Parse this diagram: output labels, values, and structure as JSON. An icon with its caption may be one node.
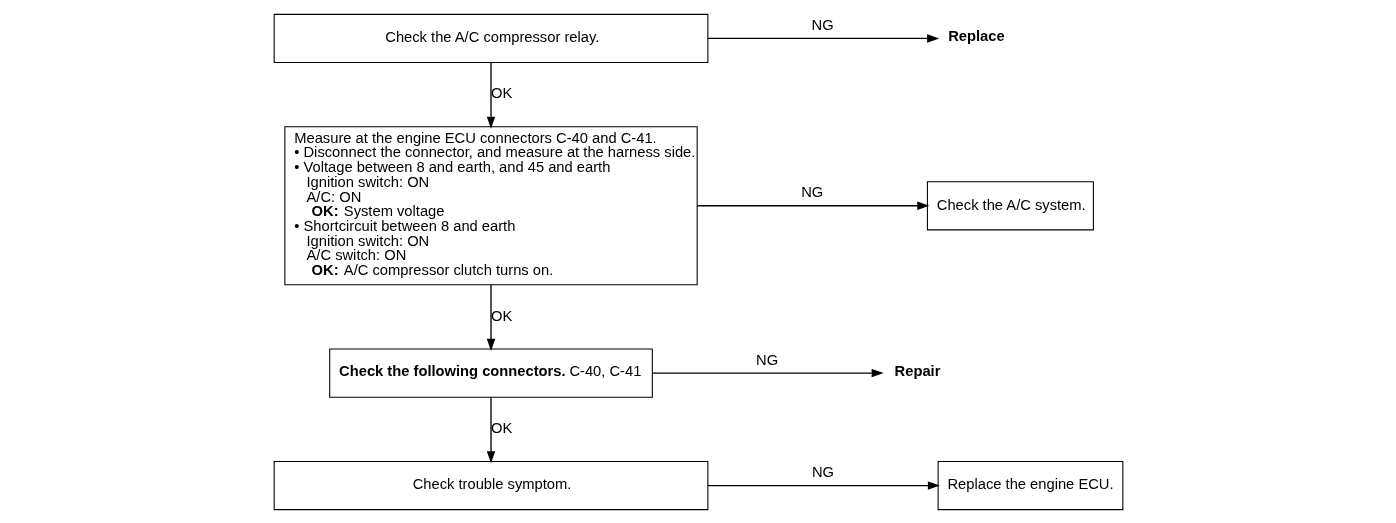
{
  "diagram": {
    "nodes": [
      {
        "text": [
          "Check the A/C compressor relay."
        ]
      },
      {
        "text": [
          "Replace"
        ]
      },
      {
        "text": [
          "Measure at the engine ECU connectors C-40 and C-41.",
          "• Disconnect the connector, and measure at the harness side.",
          "• Voltage between 8 and earth, and 45 and earth",
          "Ignition switch: ON",
          "A/C: ON",
          "**OK:** System voltage",
          "• Shortcircuit between 8 and earth",
          "Ignition switch: ON",
          "A/C switch: ON",
          "**OK:** A/C compressor clutch turns on."
        ]
      },
      {
        "text": [
          "Check the A/C system."
        ]
      },
      {
        "text": [
          "**Check the following connectors.** C-40, C-41"
        ]
      },
      {
        "text": [
          "Repair"
        ]
      },
      {
        "text": [
          "Check trouble symptom."
        ]
      },
      {
        "text": [
          "Replace the engine ECU."
        ]
      }
    ],
    "edges": [
      {
        "from": 0,
        "to": 1,
        "arrow": "to",
        "label": "NG"
      },
      {
        "from": 0,
        "to": 2,
        "arrow": "to",
        "label": "OK"
      },
      {
        "from": 2,
        "to": 3,
        "arrow": "to",
        "label": "NG"
      },
      {
        "from": 2,
        "to": 4,
        "arrow": "to",
        "label": "OK"
      },
      {
        "from": 4,
        "to": 5,
        "arrow": "to",
        "label": "NG"
      },
      {
        "from": 4,
        "to": 6,
        "arrow": "to",
        "label": "OK"
      },
      {
        "from": 6,
        "to": 7,
        "arrow": "to",
        "label": "NG"
      }
    ]
  }
}
